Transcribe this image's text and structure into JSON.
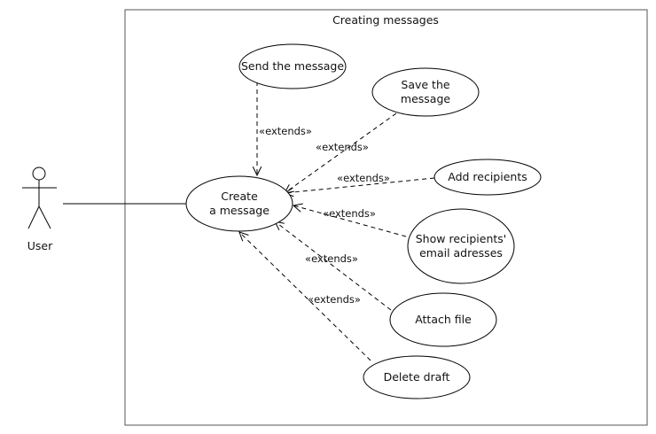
{
  "system": {
    "title": "Creating messages"
  },
  "actor": {
    "name": "User"
  },
  "main_use_case": {
    "lines": [
      "Create",
      "a message"
    ]
  },
  "extensions": [
    {
      "id": "send",
      "lines": [
        "Send the message"
      ],
      "relation": "«extends»"
    },
    {
      "id": "save",
      "lines": [
        "Save the",
        "message"
      ],
      "relation": "«extends»"
    },
    {
      "id": "add",
      "lines": [
        "Add recipients"
      ],
      "relation": "«extends»"
    },
    {
      "id": "show",
      "lines": [
        "Show recipients'",
        "email adresses"
      ],
      "relation": "«extends»"
    },
    {
      "id": "attach",
      "lines": [
        "Attach file"
      ],
      "relation": "«extends»"
    },
    {
      "id": "delete",
      "lines": [
        "Delete draft"
      ],
      "relation": "«extends»"
    }
  ]
}
